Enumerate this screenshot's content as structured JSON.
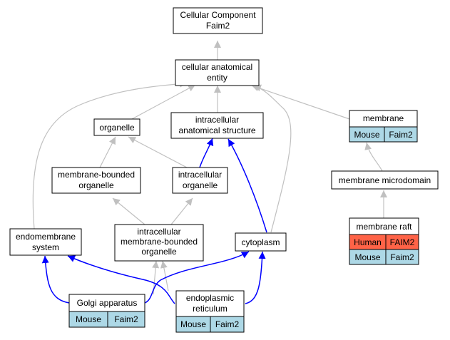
{
  "colors": {
    "gray_edge": "#c0c0c0",
    "blue_edge": "#0000ff",
    "mouse_fill": "#add8e6",
    "human_fill": "#ff6347",
    "node_fill": "#ffffff",
    "node_stroke": "#000000"
  },
  "nodes": {
    "cellular_component": {
      "lines": [
        "Cellular Component",
        "Faim2"
      ]
    },
    "cellular_anatomical_entity": {
      "lines": [
        "cellular anatomical",
        "entity"
      ]
    },
    "organelle": {
      "lines": [
        "organelle"
      ]
    },
    "intracellular_anatomical_structure": {
      "lines": [
        "intracellular",
        "anatomical structure"
      ]
    },
    "membrane": {
      "lines": [
        "membrane"
      ],
      "annotations": [
        {
          "species": "Mouse",
          "gene": "Faim2"
        }
      ]
    },
    "membrane_bounded_organelle": {
      "lines": [
        "membrane-bounded",
        "organelle"
      ]
    },
    "intracellular_organelle": {
      "lines": [
        "intracellular",
        "organelle"
      ]
    },
    "membrane_microdomain": {
      "lines": [
        "membrane microdomain"
      ]
    },
    "endomembrane_system": {
      "lines": [
        "endomembrane",
        "system"
      ]
    },
    "intracellular_membrane_bounded_organelle": {
      "lines": [
        "intracellular",
        "membrane-bounded",
        "organelle"
      ]
    },
    "cytoplasm": {
      "lines": [
        "cytoplasm"
      ]
    },
    "membrane_raft": {
      "lines": [
        "membrane raft"
      ],
      "annotations": [
        {
          "species": "Human",
          "gene": "FAIM2"
        },
        {
          "species": "Mouse",
          "gene": "Faim2"
        }
      ]
    },
    "golgi_apparatus": {
      "lines": [
        "Golgi apparatus"
      ],
      "annotations": [
        {
          "species": "Mouse",
          "gene": "Faim2"
        }
      ]
    },
    "endoplasmic_reticulum": {
      "lines": [
        "endoplasmic",
        "reticulum"
      ],
      "annotations": [
        {
          "species": "Mouse",
          "gene": "Faim2"
        }
      ]
    }
  },
  "edges": [
    {
      "from": "cellular_anatomical_entity",
      "to": "cellular_component",
      "type": "is_a"
    },
    {
      "from": "organelle",
      "to": "cellular_anatomical_entity",
      "type": "is_a"
    },
    {
      "from": "intracellular_anatomical_structure",
      "to": "cellular_anatomical_entity",
      "type": "is_a"
    },
    {
      "from": "membrane",
      "to": "cellular_anatomical_entity",
      "type": "is_a"
    },
    {
      "from": "endomembrane_system",
      "to": "cellular_anatomical_entity",
      "type": "is_a"
    },
    {
      "from": "cytoplasm",
      "to": "cellular_anatomical_entity",
      "type": "is_a"
    },
    {
      "from": "membrane_bounded_organelle",
      "to": "organelle",
      "type": "is_a"
    },
    {
      "from": "intracellular_organelle",
      "to": "organelle",
      "type": "is_a"
    },
    {
      "from": "intracellular_organelle",
      "to": "intracellular_anatomical_structure",
      "type": "part_of"
    },
    {
      "from": "cytoplasm",
      "to": "intracellular_anatomical_structure",
      "type": "part_of"
    },
    {
      "from": "membrane_microdomain",
      "to": "membrane",
      "type": "is_a"
    },
    {
      "from": "membrane_raft",
      "to": "membrane_microdomain",
      "type": "is_a"
    },
    {
      "from": "intracellular_membrane_bounded_organelle",
      "to": "membrane_bounded_organelle",
      "type": "is_a"
    },
    {
      "from": "intracellular_membrane_bounded_organelle",
      "to": "intracellular_organelle",
      "type": "is_a"
    },
    {
      "from": "golgi_apparatus",
      "to": "endomembrane_system",
      "type": "part_of"
    },
    {
      "from": "golgi_apparatus",
      "to": "intracellular_membrane_bounded_organelle",
      "type": "is_a"
    },
    {
      "from": "golgi_apparatus",
      "to": "cytoplasm",
      "type": "part_of"
    },
    {
      "from": "endoplasmic_reticulum",
      "to": "endomembrane_system",
      "type": "part_of"
    },
    {
      "from": "endoplasmic_reticulum",
      "to": "intracellular_membrane_bounded_organelle",
      "type": "is_a"
    },
    {
      "from": "endoplasmic_reticulum",
      "to": "cytoplasm",
      "type": "part_of"
    }
  ]
}
